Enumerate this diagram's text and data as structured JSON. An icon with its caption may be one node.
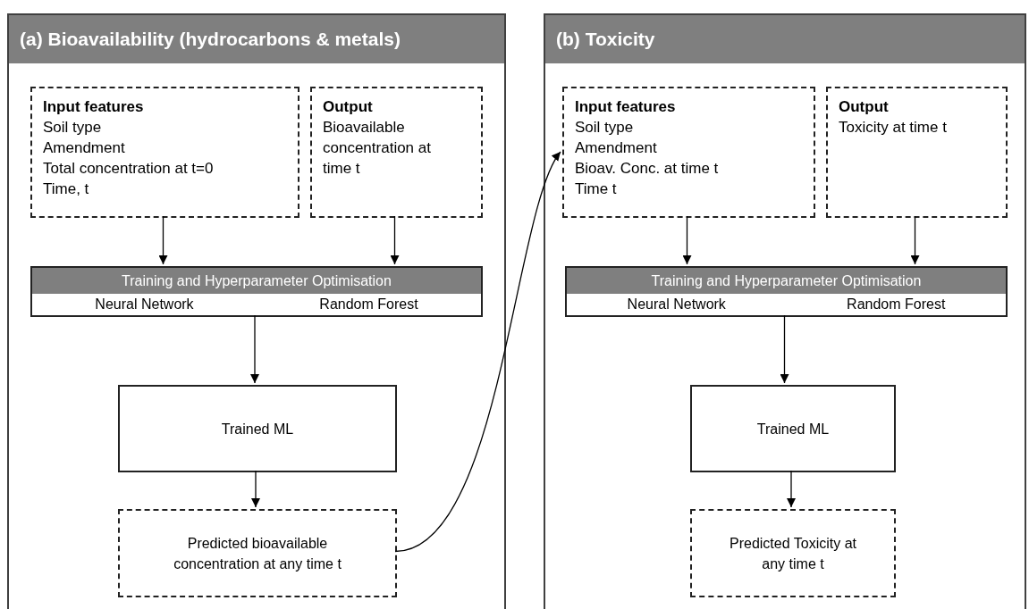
{
  "diagram": {
    "nodes": [
      {
        "text": [
          "(a) Bioavailability (hydrocarbons & metals)"
        ]
      },
      {
        "text": [
          "Input features",
          "Soil type",
          "Amendment",
          "Total concentration at t=0",
          "Time, t"
        ],
        "in": 0
      },
      {
        "text": [
          "Output",
          "Bioavailable concentration at time t"
        ],
        "in": 0
      },
      {
        "text": [
          "Training and Hyperparameter Optimisation",
          "Neural Network",
          "Random Forest"
        ],
        "in": 0
      },
      {
        "text": [
          "Trained ML"
        ],
        "in": 0
      },
      {
        "text": [
          "Predicted bioavailable concentration at any time t"
        ],
        "in": 0
      },
      {
        "text": [
          "(b) Toxicity"
        ]
      },
      {
        "text": [
          "Input features",
          "Soil type",
          "Amendment",
          "Bioav. Conc. at time t",
          "Time t"
        ],
        "in": 6
      },
      {
        "text": [
          "Output",
          "Toxicity at time t"
        ],
        "in": 6
      },
      {
        "text": [
          "Training and Hyperparameter Optimisation",
          "Neural Network",
          "Random Forest"
        ],
        "in": 6
      },
      {
        "text": [
          "Trained ML"
        ],
        "in": 6
      },
      {
        "text": [
          "Predicted Toxicity at any time t"
        ],
        "in": 6
      }
    ],
    "edges": [
      {
        "from": 1,
        "to": 3,
        "arrow": "to"
      },
      {
        "from": 2,
        "to": 3,
        "arrow": "to"
      },
      {
        "from": 3,
        "to": 4,
        "arrow": "to"
      },
      {
        "from": 4,
        "to": 5,
        "arrow": "to"
      },
      {
        "from": 5,
        "to": 7,
        "arrow": "to"
      },
      {
        "from": 7,
        "to": 9,
        "arrow": "to"
      },
      {
        "from": 8,
        "to": 9,
        "arrow": "to"
      },
      {
        "from": 9,
        "to": 10,
        "arrow": "to"
      },
      {
        "from": 10,
        "to": 11,
        "arrow": "to"
      }
    ]
  }
}
